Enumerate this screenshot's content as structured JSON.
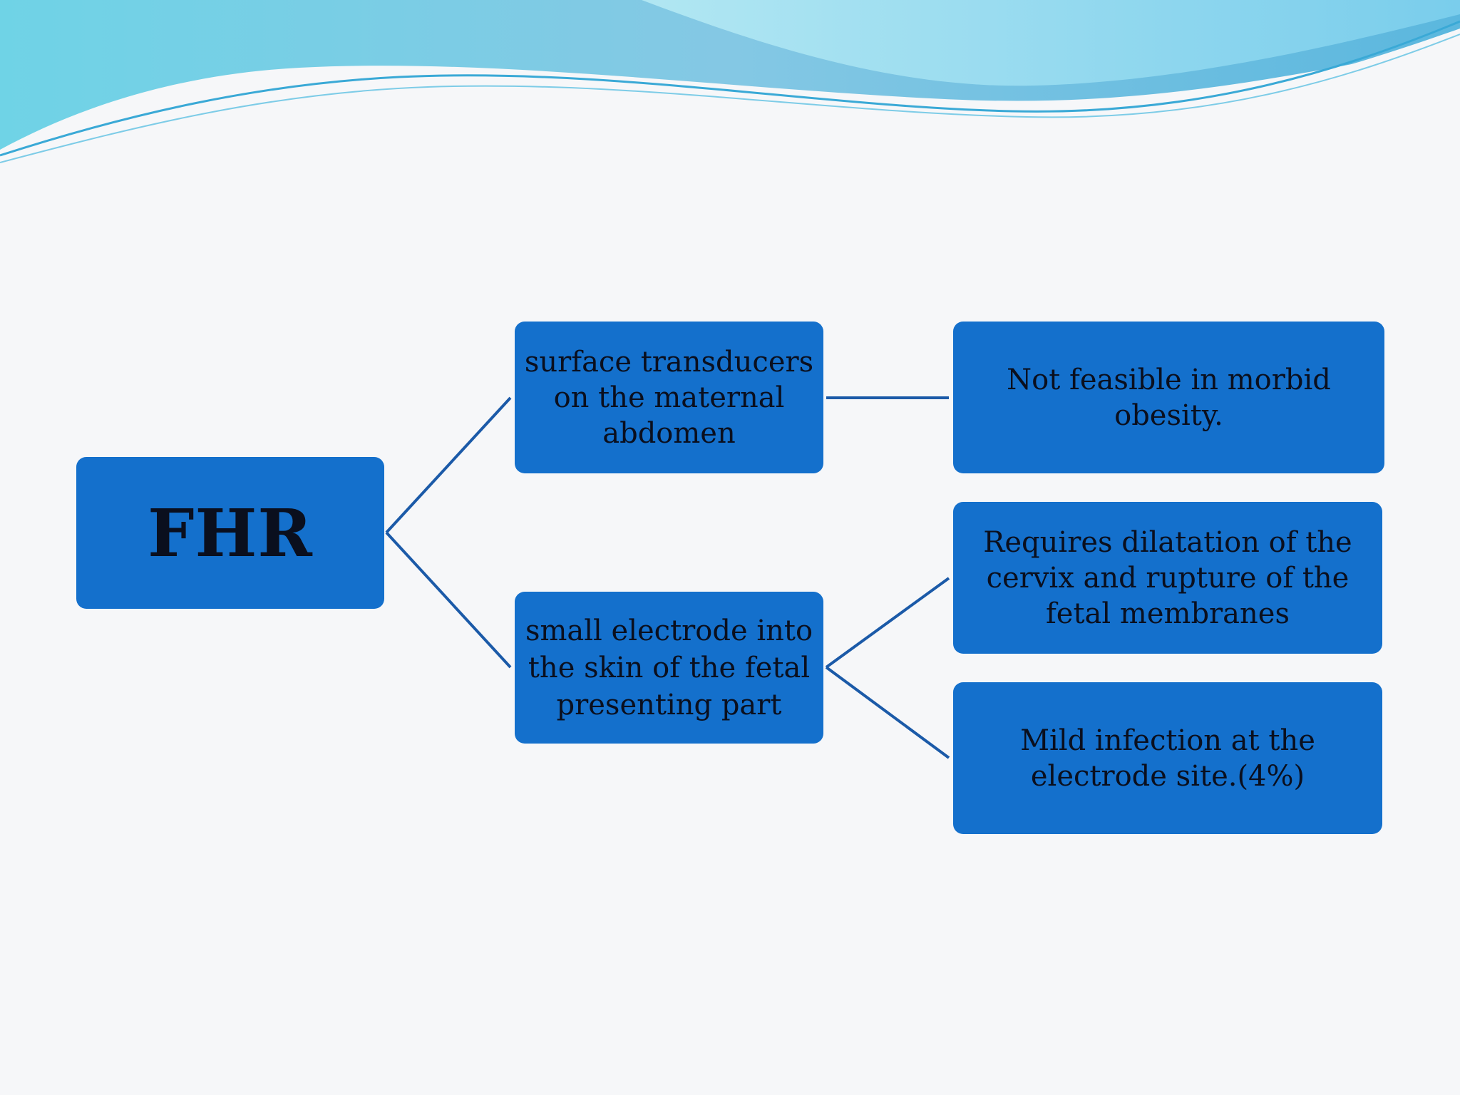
{
  "diagram": {
    "root": {
      "label": "FHR"
    },
    "branches": [
      {
        "label": "surface transducers on the maternal abdomen",
        "notes": [
          "Not feasible  in morbid obesity."
        ]
      },
      {
        "label": "small electrode into the skin of the fetal presenting part",
        "notes": [
          "Requires dilatation of the cervix and rupture of the fetal membranes",
          "Mild infection at the electrode site.(4%)"
        ]
      }
    ]
  },
  "colors": {
    "node_fill": "#1470cc",
    "connector": "#1b5aa8",
    "text": "#0a0f1e",
    "wave_light": "#a8dff0",
    "wave_mid": "#6fc7e4",
    "wave_dark": "#3aa9d6"
  }
}
